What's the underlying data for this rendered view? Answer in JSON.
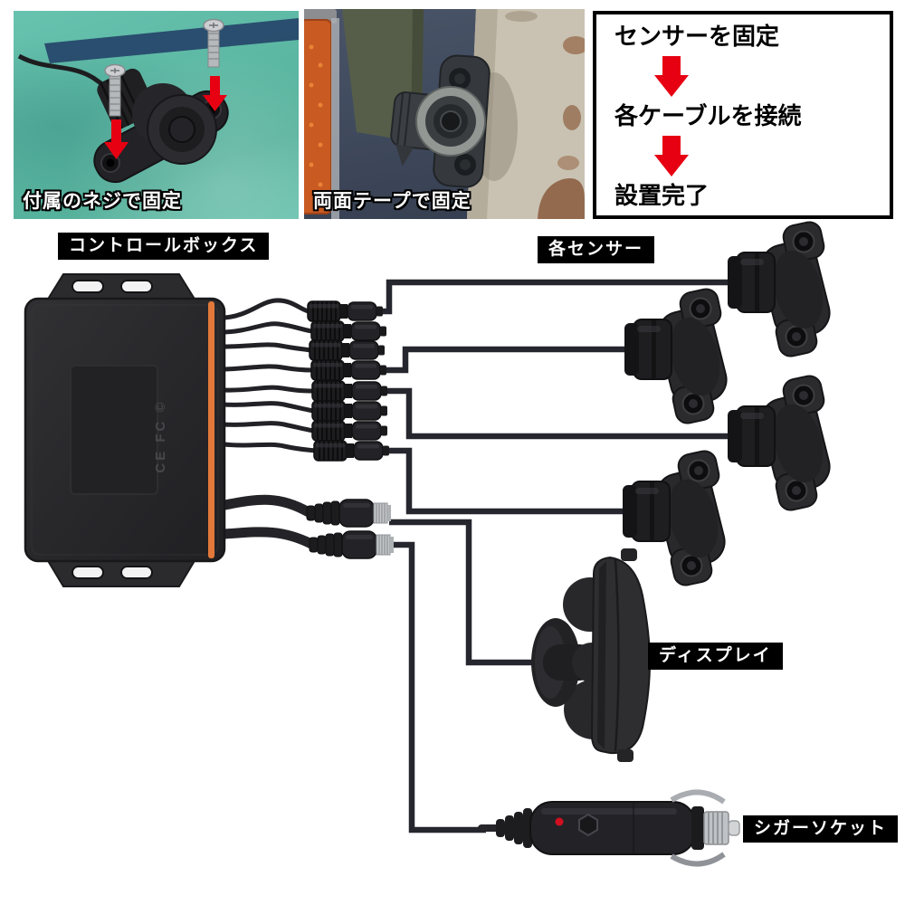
{
  "labels": {
    "control_box": "コントロールボックス",
    "sensors": "各センサー",
    "display": "ディスプレイ",
    "cigar_socket": "シガーソケット"
  },
  "photos": {
    "screw_fix_caption": "付属のネジで固定",
    "tape_fix_caption": "両面テープで固定"
  },
  "steps": {
    "step1": "センサーを固定",
    "step2": "各ケーブルを接続",
    "step3": "設置完了"
  },
  "control_box": {
    "certification_marks": "CE FC ©"
  },
  "diagram": {
    "sensor_count": 4,
    "sensor_plug_count": 8,
    "wire_color": "#26262f",
    "arrow_color": "#e60012",
    "accent_orange": "#e2793a",
    "label_bg": "#000000",
    "label_text": "#ffffff"
  }
}
